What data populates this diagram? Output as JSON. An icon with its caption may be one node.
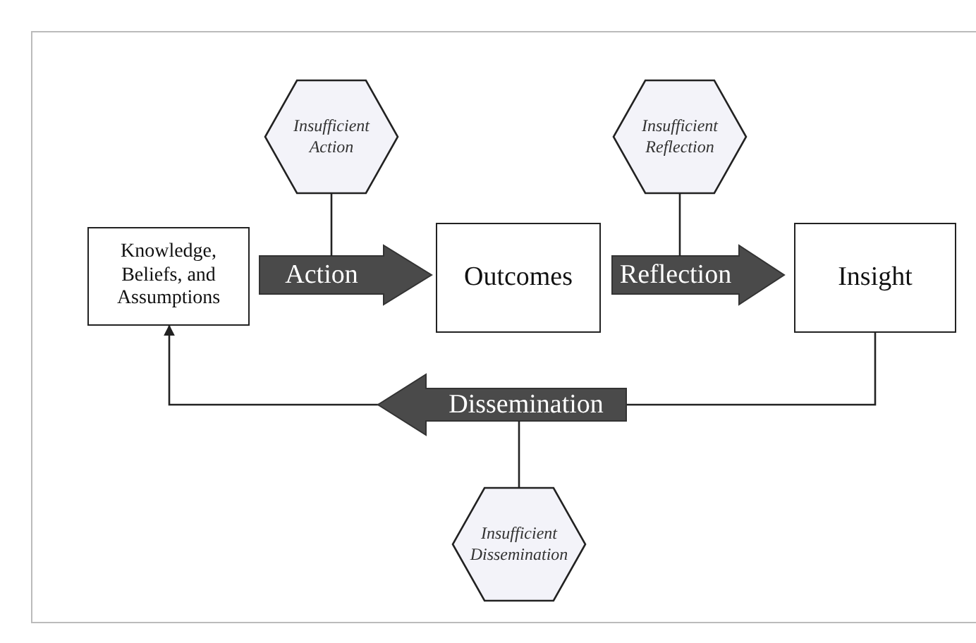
{
  "diagram": {
    "nodes": [
      {
        "text": [
          "Knowledge, Beliefs, and Assumptions"
        ]
      },
      {
        "text": [
          "Outcomes"
        ]
      },
      {
        "text": [
          "Insight"
        ]
      },
      {
        "text": [
          "Insufficient Action"
        ]
      },
      {
        "text": [
          "Insufficient Reflection"
        ]
      },
      {
        "text": [
          "Insufficient Dissemination"
        ]
      }
    ],
    "edges": [
      {
        "from": 0,
        "to": 1,
        "arrow": "to",
        "label": "Action",
        "style": "thick"
      },
      {
        "from": 1,
        "to": 2,
        "arrow": "to",
        "label": "Reflection",
        "style": "thick"
      },
      {
        "from": 2,
        "to": 0,
        "arrow": "to",
        "label": "Dissemination"
      },
      {
        "from": 3,
        "to": null,
        "arrow": "none"
      },
      {
        "from": 4,
        "to": null,
        "arrow": "none"
      },
      {
        "from": 5,
        "to": null,
        "arrow": "none"
      }
    ]
  }
}
